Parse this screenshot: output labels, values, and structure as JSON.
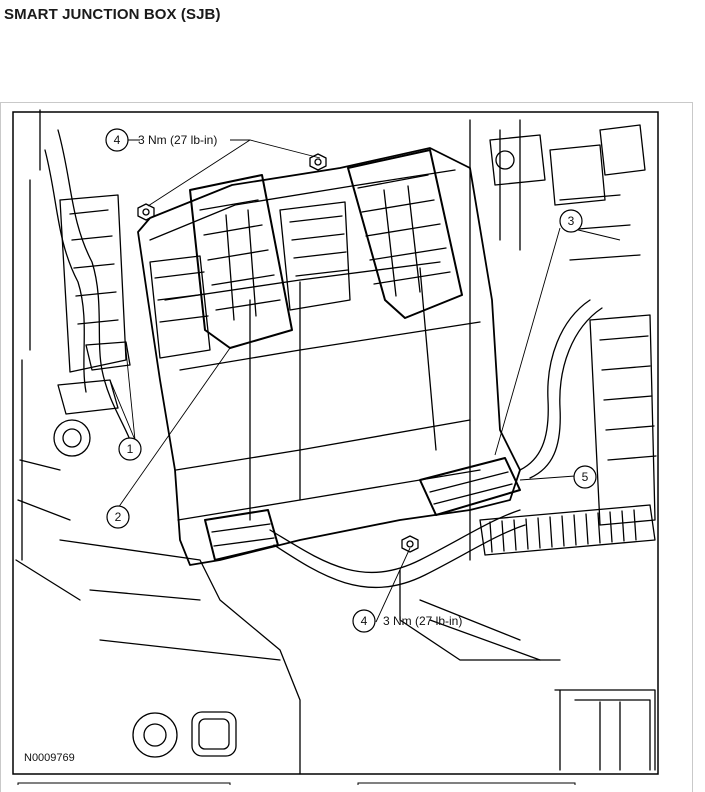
{
  "page": {
    "title": "SMART JUNCTION BOX (SJB)"
  },
  "figure": {
    "id": "N0009769",
    "callouts": [
      {
        "number": "1",
        "label": ""
      },
      {
        "number": "2",
        "label": ""
      },
      {
        "number": "3",
        "label": ""
      },
      {
        "number": "4",
        "label": "3 Nm (27 lb-in)"
      },
      {
        "number": "4",
        "label": "3 Nm (27 lb-in)"
      },
      {
        "number": "5",
        "label": ""
      }
    ]
  }
}
